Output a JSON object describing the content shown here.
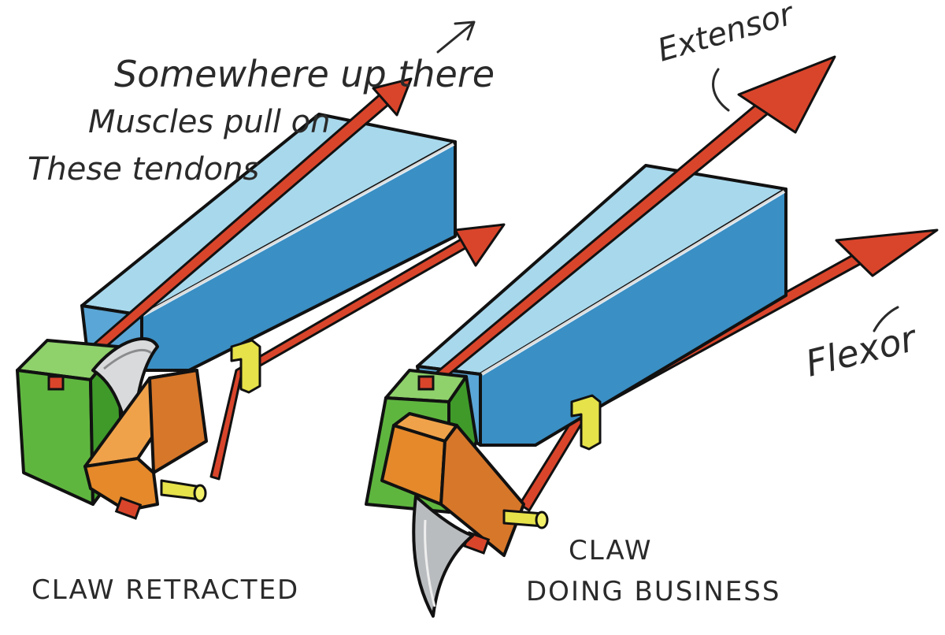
{
  "note": {
    "line1": "Somewhere up there",
    "line2": "Muscles pull on",
    "line3": "These tendons"
  },
  "labels": {
    "extensor": "Extensor",
    "flexor": "Flexor"
  },
  "captions": {
    "retracted": "CLAW RETRACTED",
    "active_line1": "CLAW",
    "active_line2": "DOING BUSINESS"
  },
  "colors": {
    "tendon": "#d9452b",
    "bone_top": "#a8d8ec",
    "bone_side": "#3a8fc4",
    "bone_end": "#5aa6d6",
    "middle_phalanx": "#5fb63f",
    "distal_phalanx": "#e5892b",
    "guide_loop": "#e6e24a",
    "claw": "#b9bcbf"
  }
}
